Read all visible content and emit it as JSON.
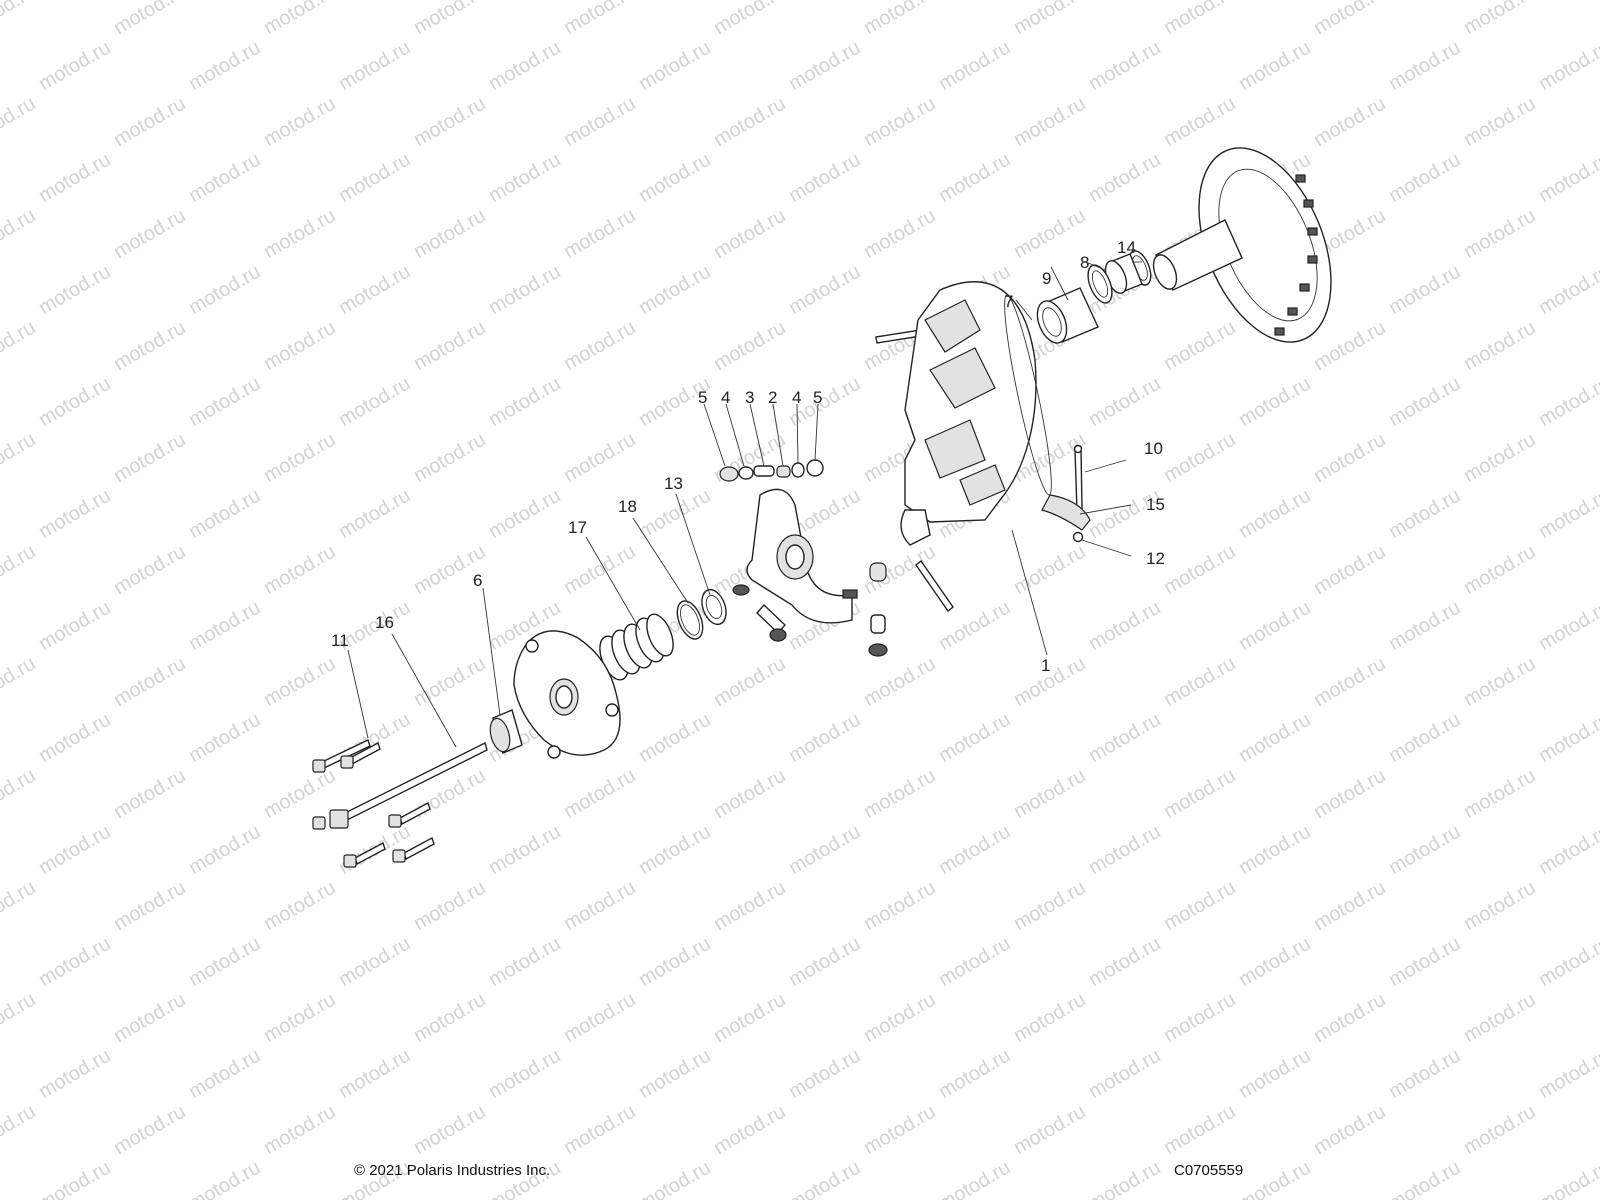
{
  "watermark": "motod.ru",
  "callouts": [
    "1",
    "2",
    "3",
    "4",
    "4",
    "5",
    "5",
    "6",
    "7",
    "8",
    "9",
    "10",
    "11",
    "12",
    "13",
    "14",
    "15",
    "16",
    "17",
    "18"
  ],
  "footer": {
    "copyright": "© 2021 Polaris Industries Inc.",
    "figure_id": "C0705559"
  }
}
